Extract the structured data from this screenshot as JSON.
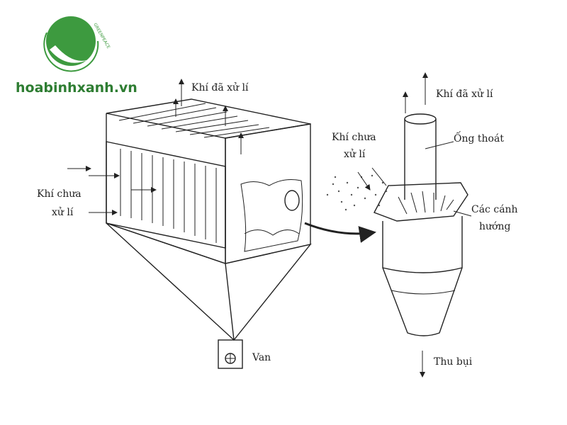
{
  "logo": {
    "brand_text": "hoabinhxanh.vn",
    "seal_text": "GREENPEACE",
    "green": "#3d9a3f"
  },
  "labels": {
    "treated_gas_left": "Khí đã xử lí",
    "untreated_gas_left_1": "Khí chưa",
    "untreated_gas_left_2": "xử lí",
    "valve": "Van",
    "treated_gas_right": "Khí đã xử lí",
    "untreated_gas_right_1": "Khí chưa",
    "untreated_gas_right_2": "xử lí",
    "outlet_pipe": "Ống thoát",
    "guide_vanes_1": "Các cánh",
    "guide_vanes_2": "hướng",
    "dust_collection": "Thu bụi"
  }
}
